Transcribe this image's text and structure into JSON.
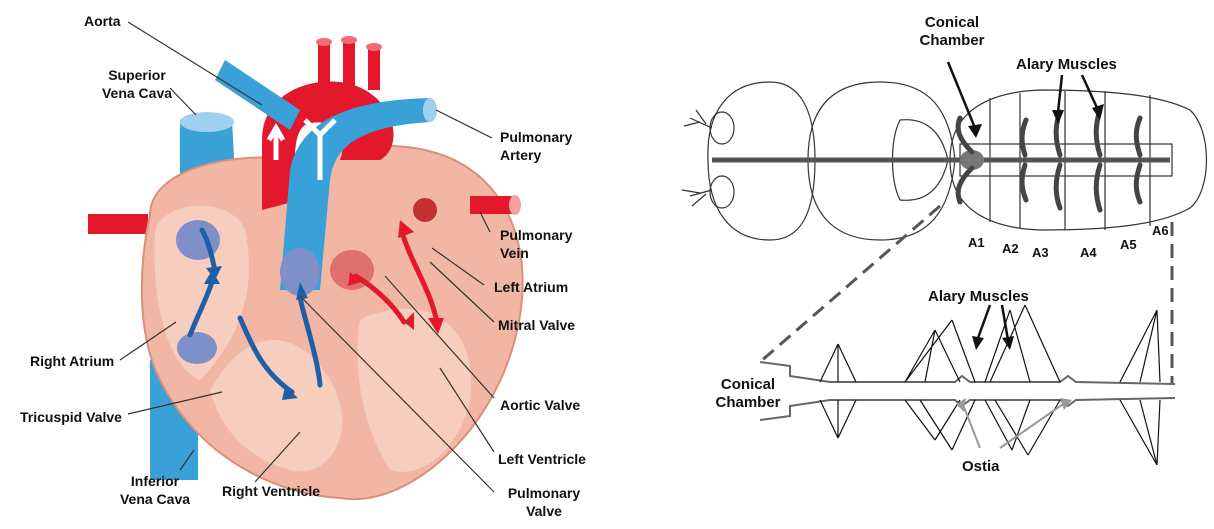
{
  "human_heart": {
    "labels": {
      "aorta": "Aorta",
      "superior_vena_cava": [
        "Superior",
        "Vena Cava"
      ],
      "pulmonary_artery": [
        "Pulmonary",
        "Artery"
      ],
      "pulmonary_vein": [
        "Pulmonary",
        "Vein"
      ],
      "left_atrium": "Left Atrium",
      "mitral_valve": "Mitral Valve",
      "right_atrium": "Right Atrium",
      "tricuspid_valve": "Tricuspid Valve",
      "aortic_valve": "Aortic Valve",
      "left_ventricle": "Left Ventricle",
      "inferior_vena_cava": [
        "Inferior",
        "Vena Cava"
      ],
      "right_ventricle": "Right Ventricle",
      "pulmonary_valve": [
        "Pulmonary",
        "Valve"
      ]
    },
    "colors": {
      "oxygenated": "#e3182d",
      "deoxygenated": "#3aa0d8",
      "flow_blue": "#1f5fa8",
      "muscle": "#f2b7a4",
      "muscle_dark": "#e59c86"
    }
  },
  "insect_heart": {
    "labels": {
      "conical_chamber_top": [
        "Conical",
        "Chamber"
      ],
      "alary_muscles_top": "Alary Muscles",
      "alary_muscles_bottom": "Alary Muscles",
      "conical_chamber_bottom": [
        "Conical",
        "Chamber"
      ],
      "ostia": "Ostia"
    },
    "segments": [
      "A1",
      "A2",
      "A3",
      "A4",
      "A5",
      "A6"
    ]
  }
}
